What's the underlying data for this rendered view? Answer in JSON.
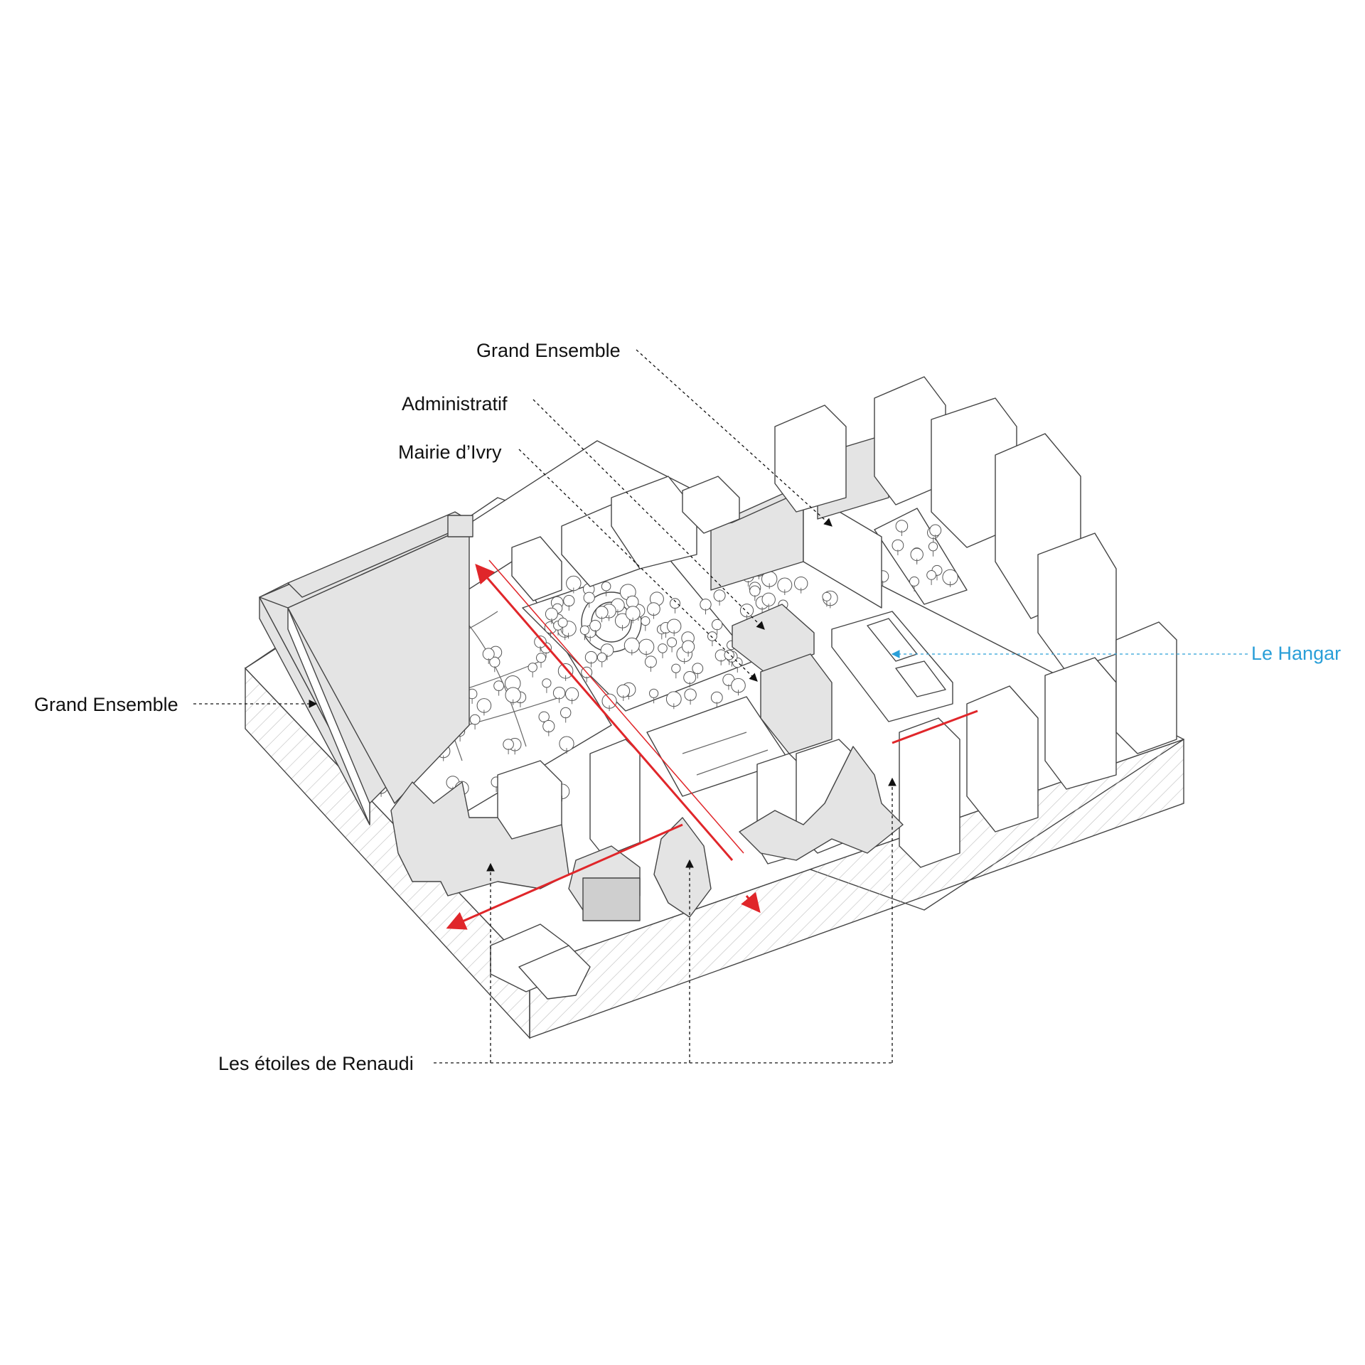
{
  "labels": {
    "grand_ensemble_top": "Grand Ensemble",
    "administratif": "Administratif",
    "mairie": "Mairie d’Ivry",
    "grand_ensemble_left": "Grand Ensemble",
    "le_hangar": "Le Hangar",
    "etoiles": "Les étoiles de Renaudi"
  },
  "colors": {
    "route": "#e0262a",
    "highlight": "#2a9fd8",
    "building": "#e4e4e4",
    "ground": "#ffffff"
  }
}
